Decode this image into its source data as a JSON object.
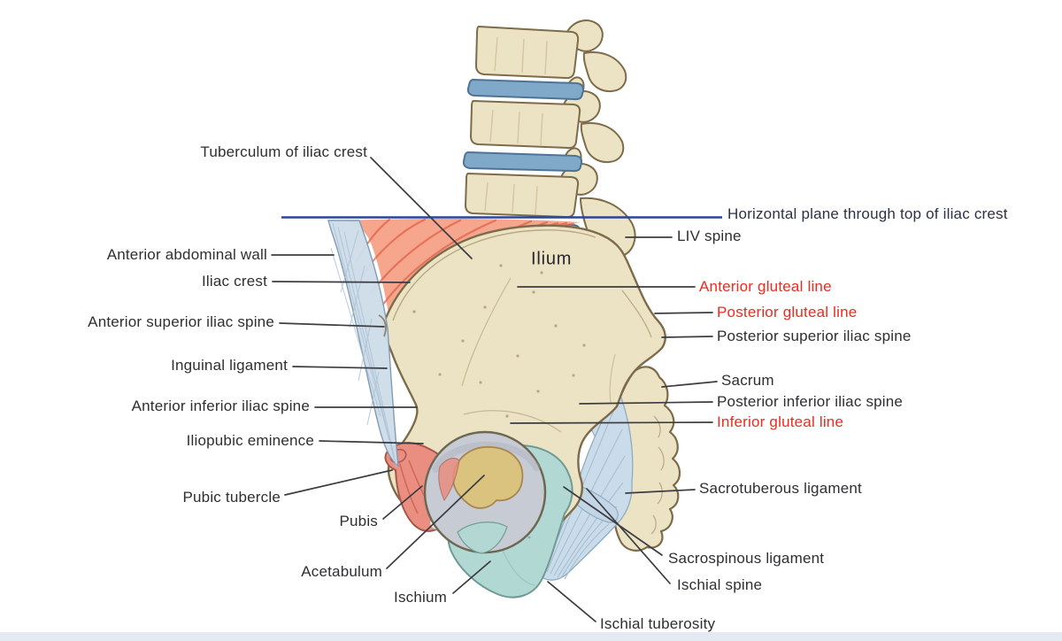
{
  "figure": {
    "description": "Lateral view anatomical illustration of the hip bone with lower lumbar vertebrae, sacrum, acetabulum and pelvic ligaments"
  },
  "colors": {
    "background": "#ffffff",
    "label_text": "#2e2f33",
    "red_label_text": "#ee2a21",
    "horizontal_plane_label_text": "#2c3248",
    "horizontal_plane_line": "#2b4598",
    "leader_line": "#3c3c42",
    "bone_fill": "#ece3c4",
    "bone_outline": "#7d6b4a",
    "intervertebral_disc_fill": "#7fa8c9",
    "muscle_fill": "#f5a68c",
    "muscle_streak": "#e2614b",
    "ligament_fill": "#cfdde9",
    "pubis_fill": "#e98e80",
    "ischium_fill": "#b2d8d3",
    "acetabulum_surface_fill": "#c6cbd4",
    "acetabular_fossa_fill": "#d9c37e",
    "bottom_strip": "#e3eaf1"
  },
  "labels": [
    {
      "text": "Tuberculum of iliac crest",
      "side": "left"
    },
    {
      "text": "Anterior abdominal wall",
      "side": "left"
    },
    {
      "text": "Iliac crest",
      "side": "left"
    },
    {
      "text": "Anterior superior iliac spine",
      "side": "left"
    },
    {
      "text": "Inguinal ligament",
      "side": "left"
    },
    {
      "text": "Anterior inferior iliac spine",
      "side": "left"
    },
    {
      "text": "Iliopubic eminence",
      "side": "left"
    },
    {
      "text": "Pubic tubercle",
      "side": "left"
    },
    {
      "text": "Pubis",
      "side": "left"
    },
    {
      "text": "Acetabulum",
      "side": "left"
    },
    {
      "text": "Ischium",
      "side": "left"
    },
    {
      "text": "Ischial tuberosity",
      "side": "bottom"
    },
    {
      "text": "Horizontal plane through top of iliac crest",
      "side": "right",
      "color": "#2c3248"
    },
    {
      "text": "LIV spine",
      "side": "right"
    },
    {
      "text": "Anterior gluteal line",
      "side": "right",
      "color": "#ee2a21"
    },
    {
      "text": "Posterior gluteal line",
      "side": "right",
      "color": "#ee2a21"
    },
    {
      "text": "Posterior superior iliac spine",
      "side": "right"
    },
    {
      "text": "Sacrum",
      "side": "right"
    },
    {
      "text": "Posterior inferior iliac spine",
      "side": "right"
    },
    {
      "text": "Inferior gluteal line",
      "side": "right",
      "color": "#ee2a21"
    },
    {
      "text": "Sacrotuberous ligament",
      "side": "right"
    },
    {
      "text": "Sacrospinous ligament",
      "side": "right"
    },
    {
      "text": "Ischial spine",
      "side": "right"
    },
    {
      "text": "Ilium",
      "side": "figure"
    }
  ]
}
